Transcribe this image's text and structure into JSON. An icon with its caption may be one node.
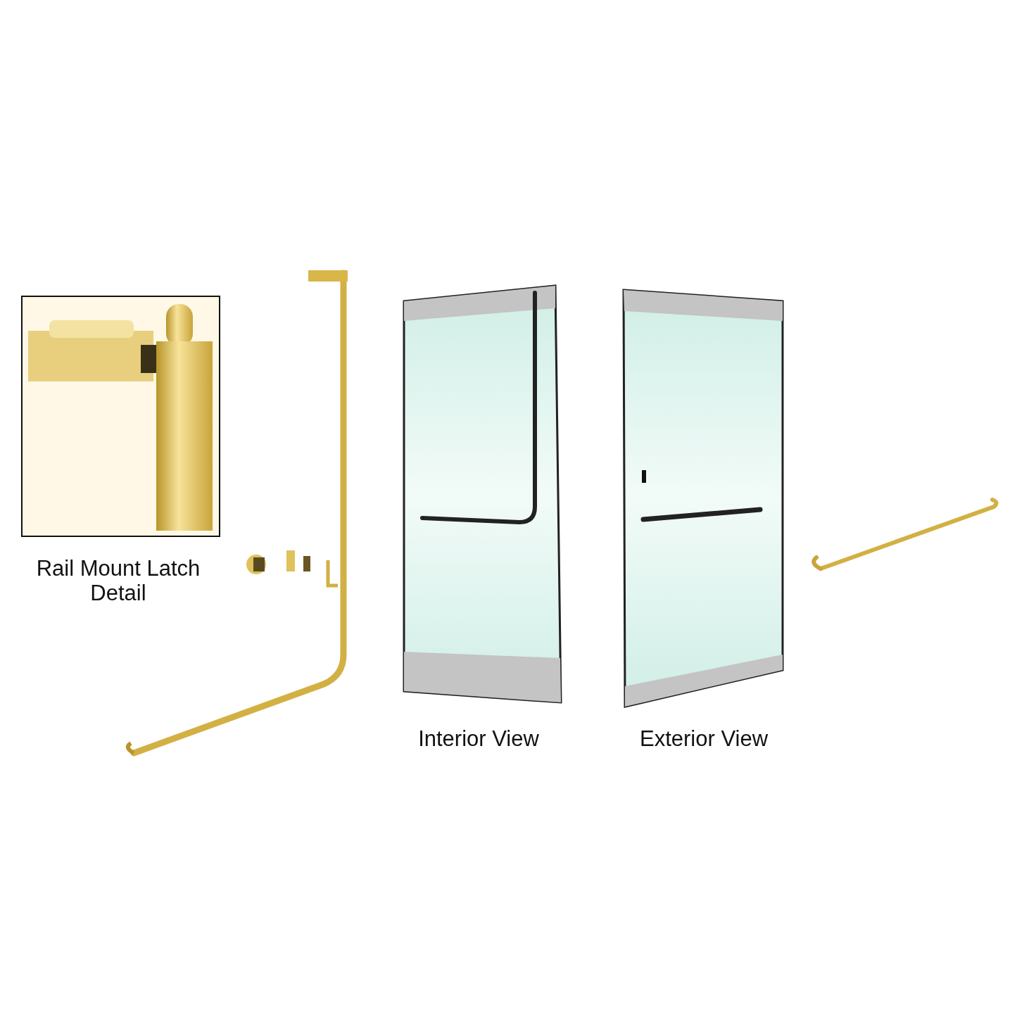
{
  "diagram": {
    "labels": [
      "Rail Mount Latch Detail",
      "Interior View",
      "Exterior View"
    ]
  }
}
